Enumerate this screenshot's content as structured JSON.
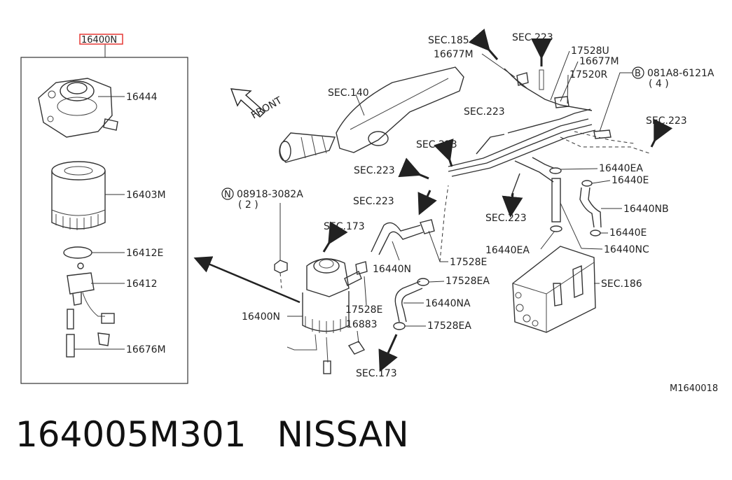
{
  "inset": {
    "title": "16400N",
    "highlight_color": "#e53935",
    "labels": [
      "16444",
      "16403M",
      "16412E",
      "16412",
      "16676M"
    ]
  },
  "labels": {
    "sec185": "SEC.185",
    "l16677m_a": "16677M",
    "sec223_top": "SEC.223",
    "l17528u": "17528U",
    "l16677m_b": "16677M",
    "l17520r": "17520R",
    "bolt_symbol": "B",
    "bolt_part": "081A8-6121A",
    "bolt_qty": "( 4 )",
    "sec140": "SEC.140",
    "front": "FRONT",
    "sec223_mid": "SEC.223",
    "sec223_right": "SEC.223",
    "sec223_c": "SEC.223",
    "sec223_left": "SEC.223",
    "l16440ea_a": "16440EA",
    "l16440e_a": "16440E",
    "nut_symbol": "N",
    "nut_part": "08918-3082A",
    "nut_qty": "( 2 )",
    "sec223_d": "SEC.223",
    "sec223_e": "SEC.223",
    "l16440nb": "16440NB",
    "sec173_top": "SEC.173",
    "l16440e_b": "16440E",
    "l16440ea_b": "16440EA",
    "l16440nc": "16440NC",
    "l16440n": "16440N",
    "l17528e_a": "17528E",
    "l17528ea_a": "17528EA",
    "sec186": "SEC.186",
    "l16400n": "16400N",
    "l17528e_b": "17528E",
    "l16440na": "16440NA",
    "l16883": "16883",
    "l17528ea_b": "17528EA",
    "sec173_bottom": "SEC.173",
    "diagram_code": "M1640018"
  },
  "footer": {
    "part_number": "164005M301",
    "brand": "NISSAN"
  }
}
